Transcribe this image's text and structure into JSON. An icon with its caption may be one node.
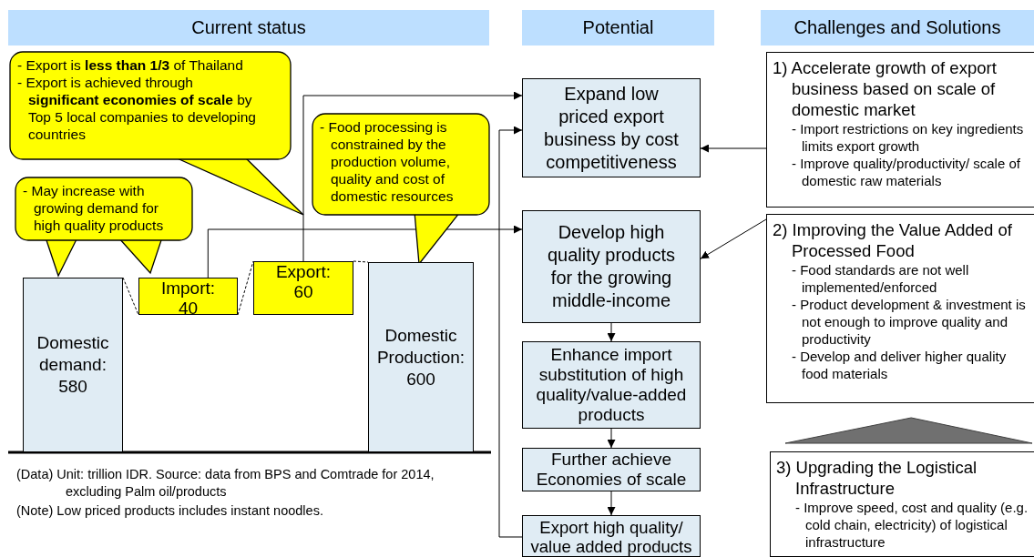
{
  "diagram": {
    "nodes": [
      {
        "text": [
          "Current status"
        ]
      },
      {
        "text": [
          "Potential"
        ]
      },
      {
        "text": [
          "Challenges and Solutions"
        ]
      },
      {
        "text": [
          "- Export is **less than 1/3** of Thailand",
          "- Export is achieved through **significant economies of scale** by Top 5 local companies to developing countries"
        ]
      },
      {
        "text": [
          "- May increase with growing demand for high quality products"
        ]
      },
      {
        "text": [
          "- Food processing is constrained by the production volume, quality and cost of domestic resources"
        ]
      },
      {
        "text": [
          "Domestic demand: 580"
        ]
      },
      {
        "text": [
          "Import: 40"
        ]
      },
      {
        "text": [
          "Export: 60"
        ]
      },
      {
        "text": [
          "Domestic Production: 600"
        ]
      },
      {
        "text": [
          "Expand low priced export business by cost competitiveness"
        ]
      },
      {
        "text": [
          "Develop high quality products for the growing middle-income"
        ]
      },
      {
        "text": [
          "Enhance import substitution of high quality/value-added products"
        ]
      },
      {
        "text": [
          "Further achieve Economies of scale"
        ]
      },
      {
        "text": [
          "Export high quality/ value added products"
        ]
      },
      {
        "text": [
          "1) Accelerate growth of export business based on scale of domestic market",
          "- Import restrictions on key ingredients limits export growth",
          "- Improve quality/productivity/ scale of domestic raw materials"
        ]
      },
      {
        "text": [
          "2) Improving the Value Added of Processed Food",
          "- Food standards are not well implemented/enforced",
          "- Product development & investment is not enough to improve quality and productivity",
          "- Develop and deliver higher quality food materials"
        ]
      },
      {
        "text": [],
        "shape": "triangle"
      },
      {
        "text": [
          "3) Upgrading the Logistical Infrastructure",
          "- Improve speed, cost and quality (e.g. cold chain, electricity) of logistical infrastructure"
        ]
      }
    ],
    "edges": [
      {
        "from": 8,
        "to": 10,
        "arrow": "to"
      },
      {
        "from": 7,
        "to": 11,
        "arrow": "to"
      },
      {
        "from": 14,
        "to": 10,
        "arrow": "to"
      },
      {
        "from": 11,
        "to": 12,
        "arrow": "to"
      },
      {
        "from": 12,
        "to": 13,
        "arrow": "to"
      },
      {
        "from": 13,
        "to": 14,
        "arrow": "to"
      },
      {
        "from": 15,
        "to": 10,
        "arrow": "to"
      },
      {
        "from": 16,
        "to": 11,
        "arrow": "to"
      },
      {
        "from": 6,
        "to": 7,
        "arrow": "none",
        "style": "dashed"
      },
      {
        "from": 7,
        "to": 8,
        "arrow": "none",
        "style": "dashed"
      },
      {
        "from": 8,
        "to": 9,
        "arrow": "none",
        "style": "dashed"
      }
    ],
    "labels": [
      "(Data) Unit: trillion IDR. Source: data from BPS and Comtrade for 2014, excluding Palm oil/products",
      "(Note) Low priced products includes instant noodles."
    ]
  }
}
